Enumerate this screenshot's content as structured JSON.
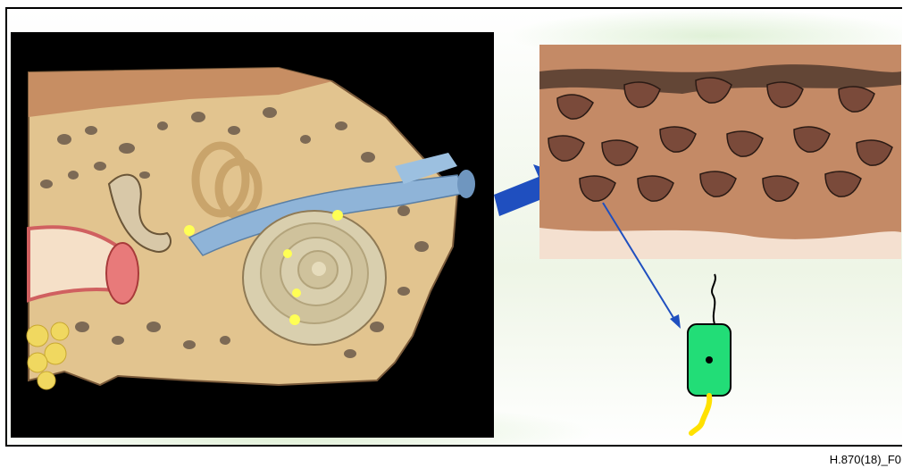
{
  "figure": {
    "reference_label": "H.870(18)_F0",
    "icons": [
      "ear-cross-section-illustration",
      "cochlear-hair-cells-illustration",
      "zoom-arrow-icon",
      "sensor-device-icon"
    ],
    "colors": {
      "background_panel": "#000000",
      "bone": "#e2c48f",
      "nerve": "#8fb4d8",
      "arrow": "#1f4fbf",
      "device": "#22dd77",
      "wire": "#ffe100",
      "tissue": "#c48a66"
    }
  }
}
